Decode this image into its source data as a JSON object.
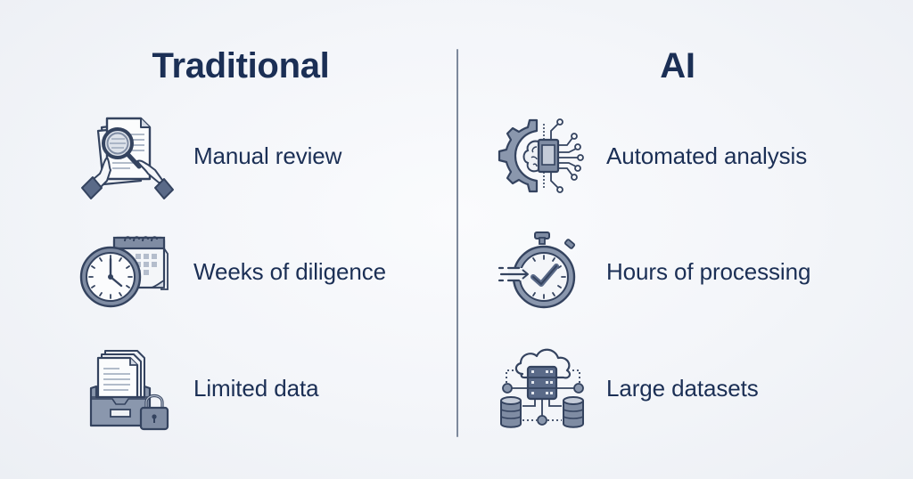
{
  "comparison": {
    "left": {
      "title": "Traditional",
      "items": [
        {
          "label": "Manual review",
          "icon": "document-magnifier-icon"
        },
        {
          "label": "Weeks of diligence",
          "icon": "clock-calendar-icon"
        },
        {
          "label": "Limited data",
          "icon": "locked-file-drawer-icon"
        }
      ]
    },
    "right": {
      "title": "AI",
      "items": [
        {
          "label": "Automated analysis",
          "icon": "gear-brain-chip-icon"
        },
        {
          "label": "Hours of processing",
          "icon": "stopwatch-check-icon"
        },
        {
          "label": "Large datasets",
          "icon": "cloud-server-database-icon"
        }
      ]
    }
  },
  "colors": {
    "title": "#1b2f55",
    "label": "#1b2f55",
    "divider": "#7d899c",
    "icon_stroke": "#34435f",
    "icon_fill_dark": "#7f8ca3",
    "icon_fill_light": "#d3d9e3",
    "background": "#f3f5f9"
  }
}
